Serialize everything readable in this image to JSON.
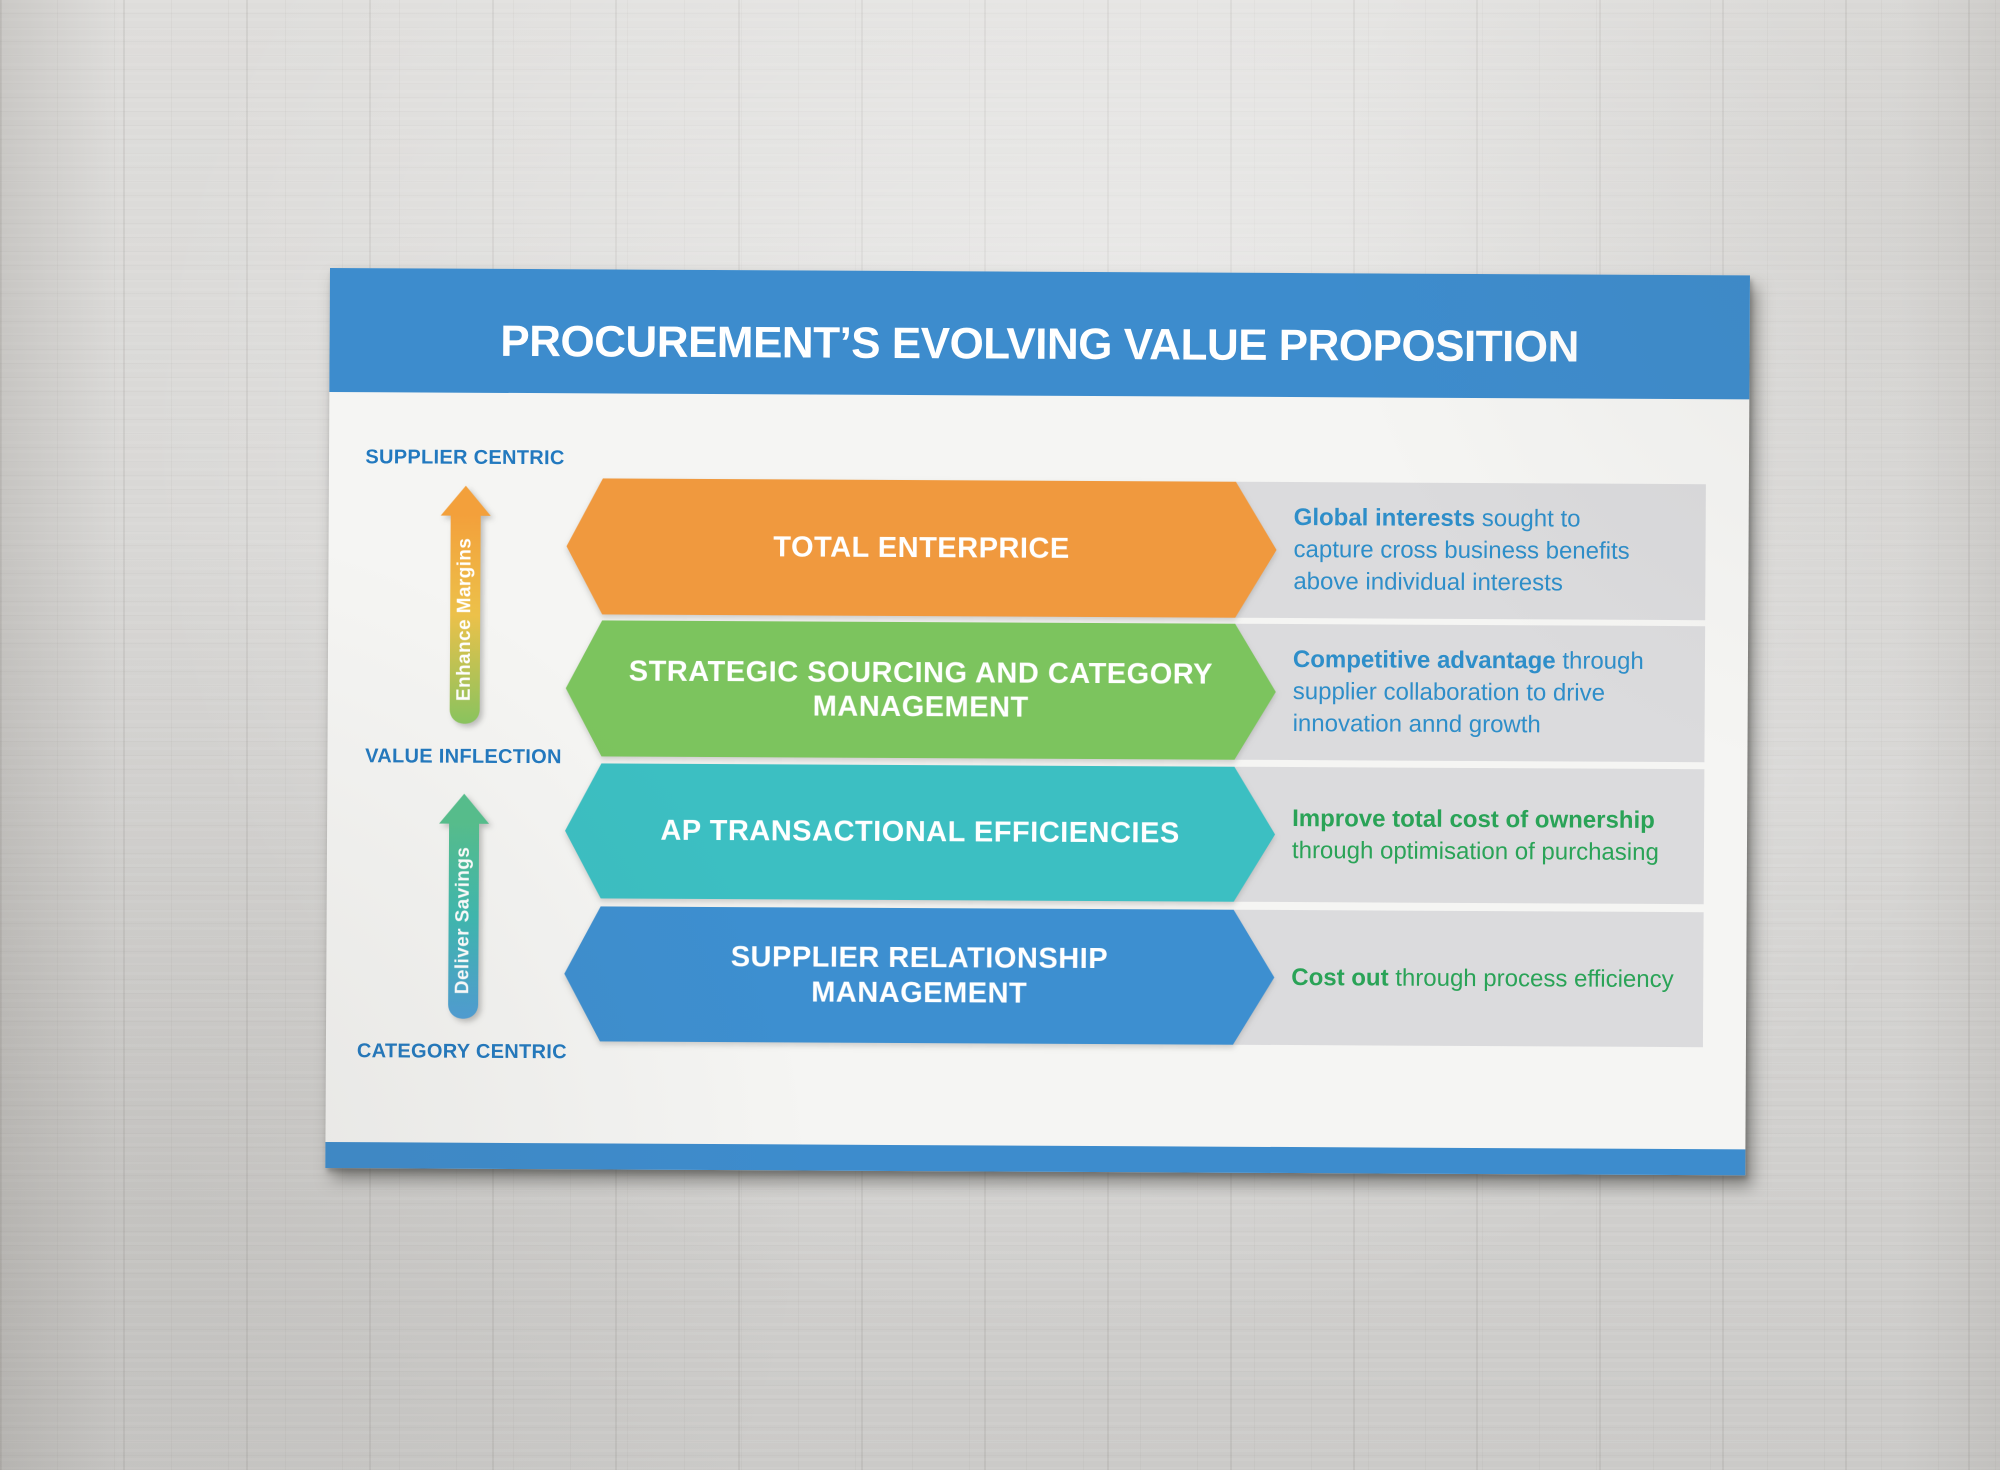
{
  "poster": {
    "title": "PROCUREMENT’S EVOLVING VALUE PROPOSITION",
    "axis": {
      "top_label": "SUPPLIER CENTRIC",
      "mid_label": "VALUE INFLECTION",
      "bottom_label": "CATEGORY CENTRIC",
      "arrows": [
        {
          "label": "Enhance Margins",
          "gradient": {
            "top": "#f3a03b",
            "mid": "#ecc14a",
            "bottom": "#8ac55e"
          }
        },
        {
          "label": "Deliver Savings",
          "gradient": {
            "top": "#56bf8d",
            "mid": "#3eb9b0",
            "bottom": "#4f9ed6"
          }
        }
      ]
    },
    "rows": [
      {
        "band_label": "TOTAL ENTERPRICE",
        "band_color": "#f0993e",
        "desc_highlight": "Global interests",
        "desc_rest": " sought to\ncapture cross business benefits\nabove individual interests",
        "desc_color": "#2e8ec9"
      },
      {
        "band_label": "STRATEGIC SOURCING AND CATEGORY\nMANAGEMENT",
        "band_color": "#7cc45e",
        "desc_highlight": "Competitive advantage",
        "desc_rest": " through\nsupplier collaboration to drive\ninnovation annd growth",
        "desc_color": "#2e8ec9"
      },
      {
        "band_label": "AP TRANSACTIONAL EFFICIENCIES",
        "band_color": "#3cbfc2",
        "desc_highlight": "Improve total cost of ownership",
        "desc_rest": "\nthrough optimisation of purchasing",
        "desc_color": "#2aa357"
      },
      {
        "band_label": "SUPPLIER RELATIONSHIP\nMANAGEMENT",
        "band_color": "#3d8fd0",
        "desc_highlight": "Cost out",
        "desc_rest": " through process efficiency",
        "desc_color": "#2aa357"
      }
    ],
    "colors": {
      "header_footer_blue": "#3d8ccd",
      "poster_background": "#f5f5f3",
      "panel_gray": "#dbdbdd",
      "axis_label_blue": "#2279bf",
      "wall_gray": "#d6d5d3"
    }
  }
}
